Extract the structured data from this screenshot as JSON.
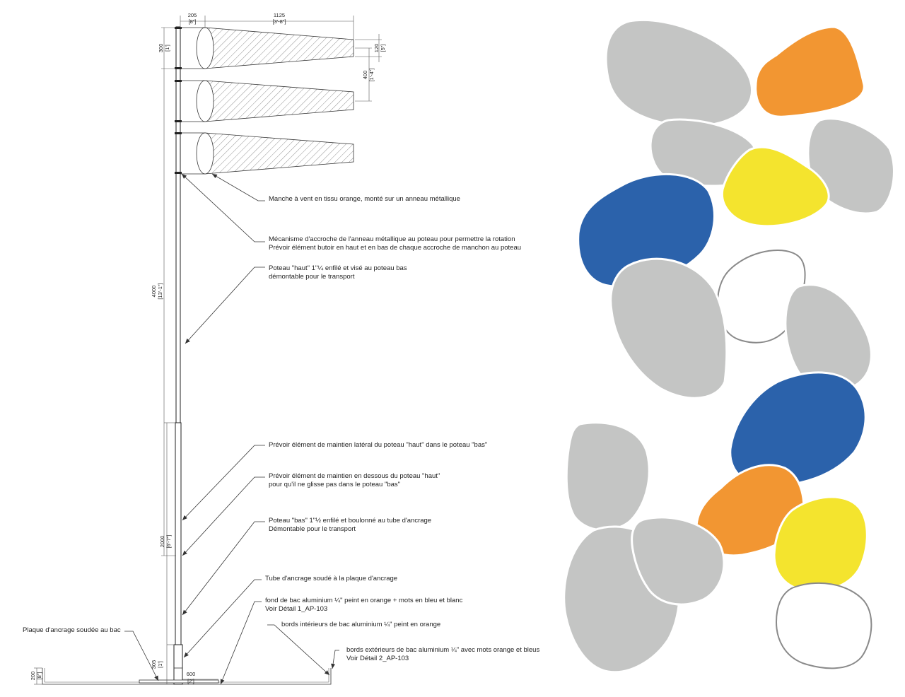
{
  "dimensions": {
    "sock_ring_width": "205",
    "sock_ring_width_imperial": "[8\"]",
    "sock_length": "1125",
    "sock_length_imperial": "[3'-8\"]",
    "sock_height": "300",
    "sock_height_imperial": "[1']",
    "sock_tip": "120",
    "sock_tip_imperial": "[5\"]",
    "sock_spacing": "400",
    "sock_spacing_imperial": "[1'-4\"]",
    "upper_pole": "4000",
    "upper_pole_imperial": "[13'-1\"]",
    "lower_pole": "2000",
    "lower_pole_imperial": "[6'-7\"]",
    "anchor_tube": "305",
    "anchor_tube_imperial": "[1']",
    "base_plate": "600",
    "base_plate_imperial": "[2']",
    "tray_height": "200",
    "tray_height_imperial": "[8\"]"
  },
  "annotations": {
    "windsock": "Manche à vent en tissu orange, monté sur un anneau métallique",
    "mechanism_1": "Mécanisme d'accroche de l'anneau métallique au poteau pour permettre la rotation",
    "mechanism_2": "Prévoir élément butoir en haut et en bas de chaque accroche de manchon au poteau",
    "upper_pole_1": "Poteau \"haut\" 1\"¼ enfilé et visé au poteau bas",
    "upper_pole_2": "démontable pour le transport",
    "lateral_support": "Prévoir élément de maintien latéral du poteau \"haut\" dans le poteau \"bas\"",
    "under_support_1": "Prévoir élément de maintien en dessous du poteau \"haut\"",
    "under_support_2": "pour qu'il ne glisse pas dans le poteau \"bas\"",
    "lower_pole_1": "Poteau \"bas\" 1\"½ enfilé et boulonné au tube d'ancrage",
    "lower_pole_2": "Démontable pour le transport",
    "anchor_tube": "Tube d'ancrage soudé à la plaque d'ancrage",
    "tray_bottom_1": "fond de bac aluminium ¼\" peint en orange + mots en bleu et blanc",
    "tray_bottom_2": "Voir Détail 1_AP-103",
    "inner_edges": "bords intérieurs de bac aluminium ¼\" peint en orange",
    "anchor_plate": "Plaque d'ancrage soudée au bac",
    "outer_edges_1": "bords extérieurs de bac aluminium ¼\" avec mots orange et bleus",
    "outer_edges_2": "Voir Détail 2_AP-103"
  },
  "colors": {
    "gray": "#c4c5c4",
    "orange": "#f29632",
    "yellow": "#f4e42e",
    "blue": "#2b62ab",
    "outline": "#8a8a8a"
  }
}
